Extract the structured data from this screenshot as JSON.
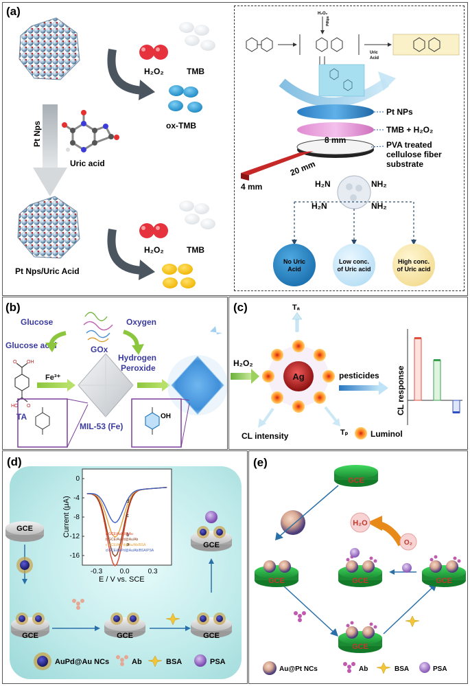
{
  "panel_a": {
    "label": "(a)",
    "h2o2": "H₂O₂",
    "tmb": "TMB",
    "ox_tmb": "ox-TMB",
    "pt_nps": "Pt Nps",
    "uric_acid": "Uric acid",
    "pt_nps_uric": "Pt Nps/Uric Acid",
    "h2o2_2": "H₂O₂",
    "tmb_2": "TMB",
    "box": {
      "h2o2_top": "H₂O₂",
      "ptnps_top": "PtNps",
      "uric_arrow_1": "Uric",
      "uric_arrow_2": "Acid",
      "pt_nps": "Pt NPs",
      "tmb_h2o2": "TMB + H₂O₂",
      "pva_1": "PVA treated",
      "pva_2": "cellulose fiber",
      "pva_3": "substrate",
      "dim_8": "8 mm",
      "dim_20": "20 mm",
      "dim_4": "4 mm",
      "nh2": "NH₂",
      "h2n": "H₂N",
      "circle_no_1": "No Uric",
      "circle_no_2": "Acid",
      "circle_low_1": "Low conc.",
      "circle_low_2": "of Uric acid",
      "circle_high_1": "High conc.",
      "circle_high_2": "of Uric acid"
    }
  },
  "panel_b": {
    "label": "(b)",
    "glucose": "Glucose",
    "oxygen": "Oxygen",
    "glucose_acid": "Glucose acid",
    "gox": "GOx",
    "hydrogen": "Hydrogen",
    "peroxide": "Peroxide",
    "fe3": "Fe³⁺",
    "mil": "MIL-53 (Fe)",
    "ta": "TA",
    "oh": "OH"
  },
  "panel_c": {
    "label": "(c)",
    "ta": "Tₐ",
    "h2o2": "H₂O₂",
    "ag": "Ag",
    "pesticides": "pesticides",
    "cl_intensity": "CL intensity",
    "tp": "Tₚ",
    "luminol": "Luminol",
    "cl_response": "CL response"
  },
  "panel_d": {
    "label": "(d)",
    "gce": "GCE",
    "legend_aupd": "AuPd@Au NCs",
    "legend_ab": "Ab",
    "legend_bsa": "BSA",
    "legend_psa": "PSA",
    "inset": {
      "ylabel": "Current (μA)",
      "xlabel": "E / V vs. SCE",
      "yticks": [
        "0",
        "-4",
        "-8",
        "-12",
        "-16"
      ],
      "xticks": [
        "-0.3",
        "0.0",
        "0.3"
      ],
      "curve_labels": [
        "a",
        "b",
        "c",
        "d"
      ],
      "legend": [
        "a GCE/AuPd@Au",
        "b GCE/AuPd@Au/Ab",
        "c GCE/AuPd@Au/Ab/BSA",
        "d GCE/AuPd@Au/Ab/BSA/PSA"
      ],
      "colors": [
        "#e2442a",
        "#8a3b1c",
        "#e8a13a",
        "#3a5cc2"
      ]
    }
  },
  "panel_e": {
    "label": "(e)",
    "gce": "GCE",
    "h2o": "H₂O",
    "o2": "O₂",
    "legend_aupt": "Au@Pt NCs",
    "legend_ab": "Ab",
    "legend_bsa": "BSA",
    "legend_psa": "PSA"
  },
  "colors": {
    "frame": "#333333",
    "pt_blue": "#3a8fd1",
    "gce_green": "#2eb34a",
    "gce_text": "#c0392b",
    "panel_d_bg": "#bfeaea",
    "arrow_blue": "#2a6fa8"
  }
}
